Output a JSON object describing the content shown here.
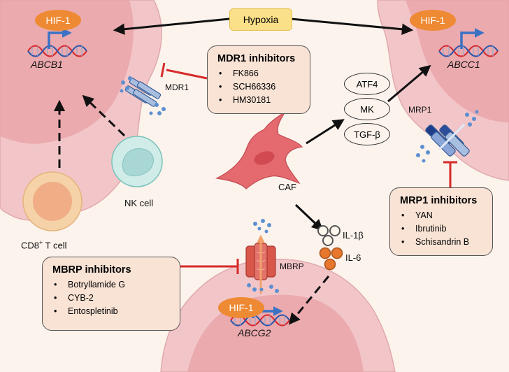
{
  "hypoxia": "Hypoxia",
  "hif_left": "HIF-1",
  "hif_right": "HIF-1",
  "hif_bottom": "HIF-1",
  "gene_left": "ABCB1",
  "gene_right": "ABCC1",
  "gene_bottom": "ABCG2",
  "transporters": {
    "mdr1": "MDR1",
    "mrp1": "MRP1",
    "mbrp": "MBRP"
  },
  "cells": {
    "nk": "NK cell",
    "cd8_base": "CD8",
    "cd8_sup": "+",
    "cd8_rest": " T cell",
    "caf": "CAF"
  },
  "factors": {
    "atf4": "ATF4",
    "mk": "MK",
    "tgfb": "TGF-β",
    "il1b": "IL-1β",
    "il6": "IL-6"
  },
  "mdr1_box": {
    "title": "MDR1 inhibitors",
    "items": [
      "FK866",
      "SCH66336",
      "HM30181"
    ]
  },
  "mrp1_box": {
    "title": "MRP1 inhibitors",
    "items": [
      "YAN",
      "Ibrutinib",
      "Schisandrin B"
    ]
  },
  "mbrp_box": {
    "title": "MBRP inhibitors",
    "items": [
      "Botryllamide G",
      "CYB-2",
      "Entospletinib"
    ]
  },
  "colors": {
    "background": "#fbf3ec",
    "cell": "#f2c6c9",
    "nucleus": "#e9a3a8",
    "hif": "#ee8a33",
    "hypoxia": "#fbe08a",
    "inhibit": "#d62a2a",
    "box": "#f9e3d5"
  }
}
